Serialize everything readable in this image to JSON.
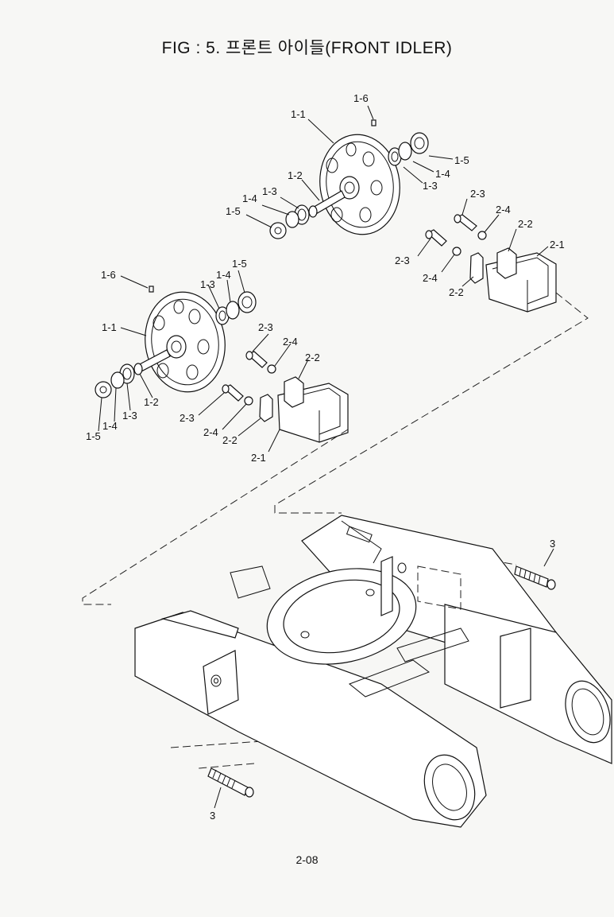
{
  "title": "FIG : 5. 프론트 아이들(FRONT IDLER)",
  "page_number": "2-08",
  "callouts": {
    "a_1_1": "1-1",
    "a_1_2": "1-2",
    "a_1_3a": "1-3",
    "a_1_3b": "1-3",
    "a_1_4a": "1-4",
    "a_1_4b": "1-4",
    "a_1_5a": "1-5",
    "a_1_5b": "1-5",
    "a_1_6": "1-6",
    "a_2_1": "2-1",
    "a_2_2a": "2-2",
    "a_2_2b": "2-2",
    "a_2_3a": "2-3",
    "a_2_3b": "2-3",
    "a_2_4a": "2-4",
    "a_2_4b": "2-4",
    "b_1_1": "1-1",
    "b_1_2": "1-2",
    "b_1_3a": "1-3",
    "b_1_3b": "1-3",
    "b_1_4a": "1-4",
    "b_1_4b": "1-4",
    "b_1_5a": "1-5",
    "b_1_5b": "1-5",
    "b_1_6": "1-6",
    "b_2_1": "2-1",
    "b_2_2a": "2-2",
    "b_2_2b": "2-2",
    "b_2_3a": "2-3",
    "b_2_3b": "2-3",
    "b_2_4a": "2-4",
    "b_2_4b": "2-4",
    "c_3a": "3",
    "c_3b": "3"
  }
}
